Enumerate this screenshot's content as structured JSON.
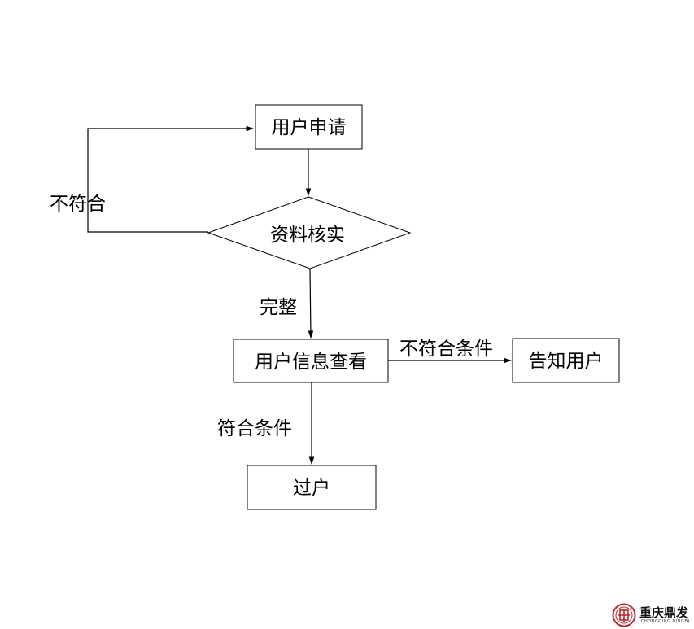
{
  "nodes": {
    "apply": "用户申请",
    "verify": "资料核实",
    "view_info": "用户信息查看",
    "notify": "告知用户",
    "transfer": "过户"
  },
  "edges": {
    "not_match": "不符合",
    "complete": "完整",
    "not_match_conditions": "不符合条件",
    "match_conditions": "符合条件"
  },
  "logo": {
    "name": "重庆鼎发",
    "subtitle": "CHONGQING DINGFA",
    "accent_color": "#c0282d"
  }
}
